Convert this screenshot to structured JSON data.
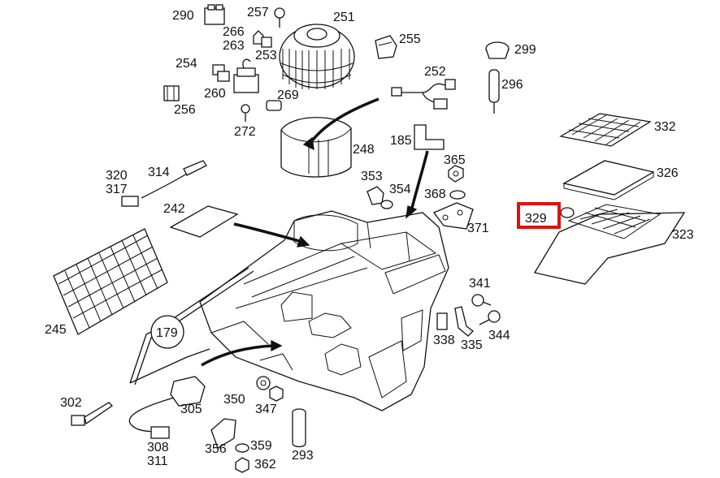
{
  "labels": {
    "l290": "290",
    "l257": "257",
    "l251": "251",
    "l266": "266",
    "l263": "263",
    "l253": "253",
    "l255": "255",
    "l299": "299",
    "l296": "296",
    "l254": "254",
    "l252": "252",
    "l260": "260",
    "l269": "269",
    "l256": "256",
    "l272": "272",
    "l248": "248",
    "l185": "185",
    "l332": "332",
    "l365": "365",
    "l320": "320",
    "l317": "317",
    "l314": "314",
    "l353": "353",
    "l354": "354",
    "l368": "368",
    "l326": "326",
    "l242": "242",
    "l329": "329",
    "l371": "371",
    "l323": "323",
    "l341": "341",
    "l245": "245",
    "l179": "179",
    "l338": "338",
    "l335": "335",
    "l344": "344",
    "l302": "302",
    "l305": "305",
    "l350": "350",
    "l347": "347",
    "l308": "308",
    "l311": "311",
    "l356": "356",
    "l359": "359",
    "l293": "293",
    "l362": "362"
  },
  "highlight": {
    "color": "#e01010",
    "target": "329"
  }
}
